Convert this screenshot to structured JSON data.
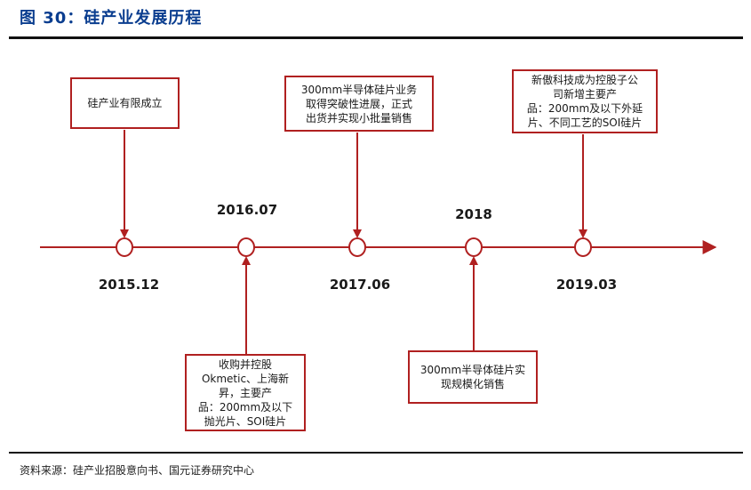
{
  "figure": {
    "title": "图 30：硅产业发展历程",
    "source": "资料来源：硅产业招股意向书、国元证券研究中心"
  },
  "colors": {
    "title": "#0a3d8f",
    "line": "#b02020",
    "text": "#1a1a1a"
  },
  "events": [
    {
      "date": "2015.12",
      "text": "硅产业有限成立"
    },
    {
      "date": "2016.07",
      "text": "收购并控股\nOkmetic、上海新\n昇，主要产\n品：200mm及以下\n抛光片、SOI硅片"
    },
    {
      "date": "2017.06",
      "text": "300mm半导体硅片业务\n取得突破性进展，正式\n出货并实现小批量销售"
    },
    {
      "date": "2018",
      "text": "300mm半导体硅片实\n现规模化销售"
    },
    {
      "date": "2019.03",
      "text": "新傲科技成为控股子公\n司新增主要产\n品：200mm及以下外延\n片、不同工艺的SOI硅片"
    }
  ]
}
